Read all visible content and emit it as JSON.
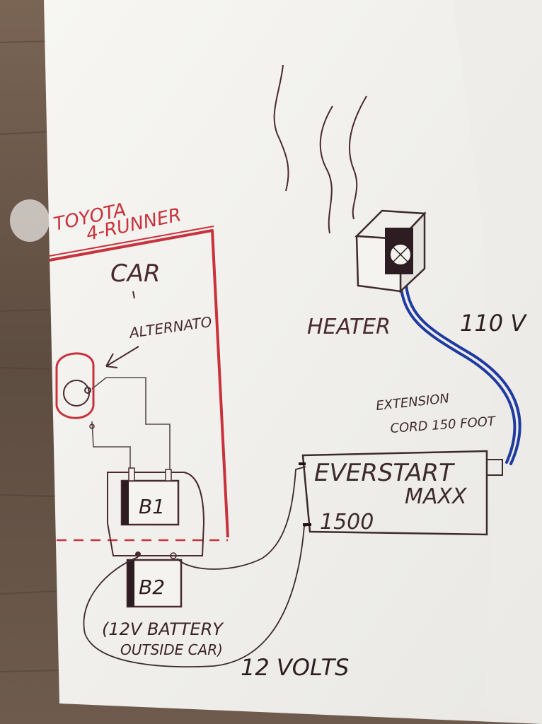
{
  "labels": {
    "toyota": "TOYOTA",
    "four_runner": "4-RUNNER",
    "car": "CAR",
    "alternator": "ALTERNATO",
    "heater": "HEATER",
    "voltage_110": "110 V",
    "extension_line1": "EXTENSION",
    "extension_line2": "CORD 150 FOOT",
    "everstart": "EVERSTART",
    "maxx": "MAXX",
    "model_1500": "1500",
    "battery_b1": "B1",
    "battery_b2": "B2",
    "battery_outside_line1": "(12V BATTERY",
    "battery_outside_line2": "OUTSIDE CAR)",
    "volts_12": "12 VOLTS"
  },
  "colors": {
    "ink_brown": "#4a2a2e",
    "ink_red": "#c8323c",
    "ink_blue": "#1f3aa0",
    "paper": "#f4f3ef",
    "wood": "#6b5a4c"
  }
}
